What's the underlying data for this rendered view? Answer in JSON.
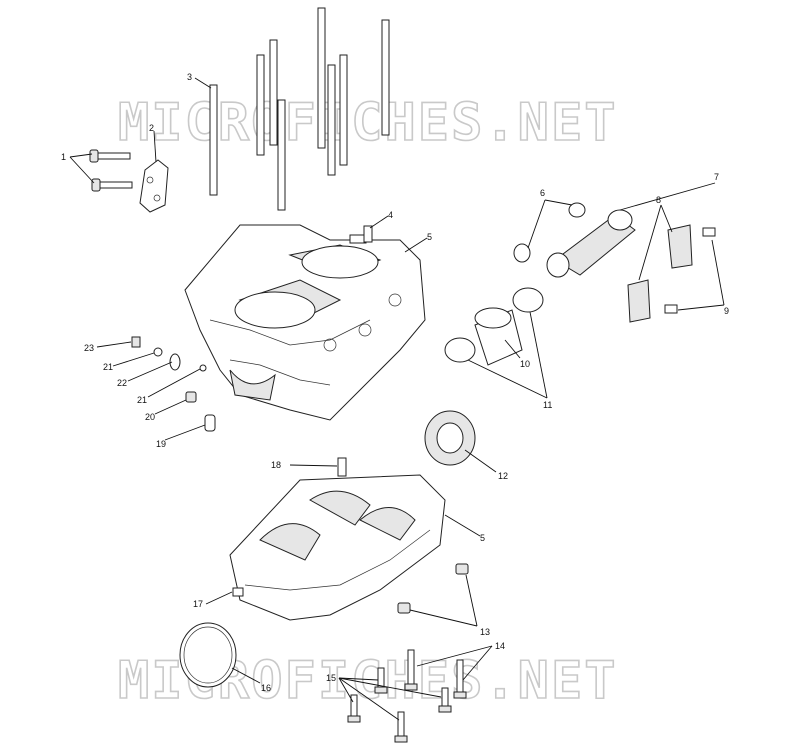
{
  "watermark": {
    "top": "MICROFICHES.NET",
    "bottom": "MICROFICHES.NET"
  },
  "callouts": {
    "c1": "1",
    "c2": "2",
    "c3": "3",
    "c4": "4",
    "c5a": "5",
    "c5b": "5",
    "c6": "6",
    "c7": "7",
    "c8": "8",
    "c9": "9",
    "c10": "10",
    "c11": "11",
    "c12": "12",
    "c13": "13",
    "c14": "14",
    "c15": "15",
    "c16": "16",
    "c17": "17",
    "c18": "18",
    "c19": "19",
    "c20": "20",
    "c21a": "21",
    "c21b": "21",
    "c22": "22",
    "c23": "23"
  }
}
